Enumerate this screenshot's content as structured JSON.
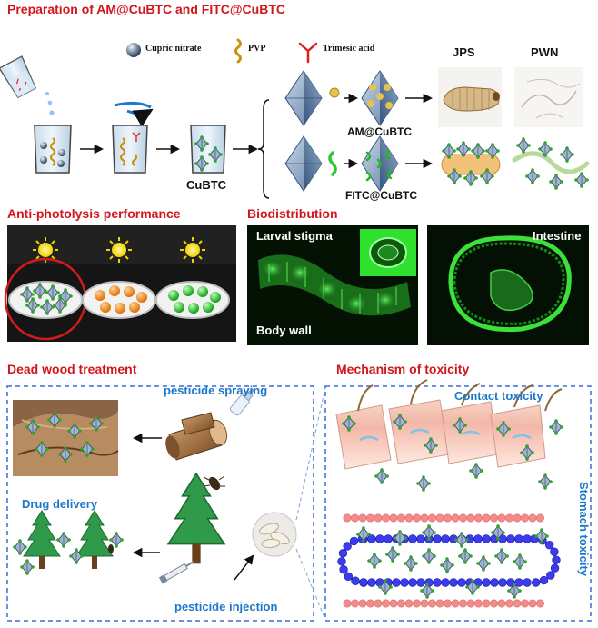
{
  "sections": {
    "preparation": "Preparation of AM@CuBTC and FITC@CuBTC",
    "anti_photolysis": "Anti-photolysis performance",
    "biodistribution": "Biodistribution",
    "dead_wood": "Dead wood treatment",
    "mechanism": "Mechanism of toxicity"
  },
  "legend": {
    "cupric_nitrate": "Cupric nitrate",
    "pvp": "PVP",
    "trimesic_acid": "Trimesic acid"
  },
  "synthesis": {
    "cubtc": "CuBTC",
    "am_cubtc": "AM@CuBTC",
    "fitc_cubtc": "FITC@CuBTC",
    "jps": "JPS",
    "pwn": "PWN"
  },
  "biodistribution": {
    "larval_stigma": "Larval stigma",
    "body_wall": "Body wall",
    "intestine": "Intestine"
  },
  "dead_wood": {
    "pesticide_spraying": "pesticide spraying",
    "drug_delivery": "Drug delivery",
    "pesticide_injection": "pesticide injection"
  },
  "mechanism": {
    "contact_toxicity": "Contact toxicity",
    "stomach_toxicity": "Stomach toxicity"
  },
  "colors": {
    "section_title": "#d2161e",
    "blue_label": "#1d78c9",
    "fluorescence": "#35d535",
    "orange_bead": "#f08a1c",
    "panel_border": "#3a6fd8",
    "red_bead_row": "#f38b8b",
    "blue_bead_row": "#3b3bf0"
  }
}
